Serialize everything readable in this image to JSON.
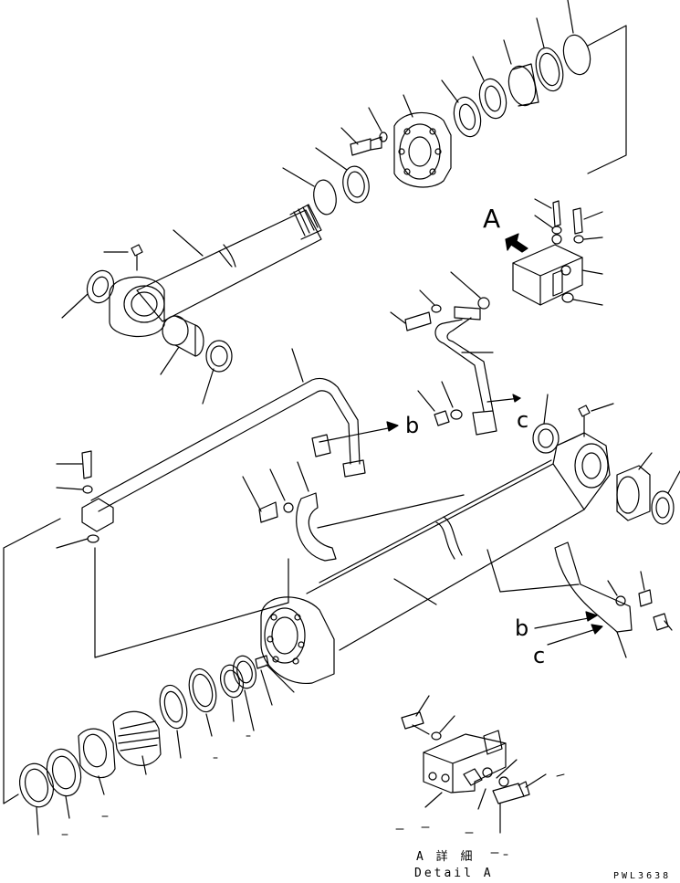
{
  "labels": {
    "detail_mark": "A",
    "ref_b_upper": "b",
    "ref_c_upper": "c",
    "ref_b_lower": "b",
    "ref_c_lower": "c",
    "detail_jp": "A 詳 細",
    "detail_en": "Detail A",
    "drawing_code": "PWL3638"
  }
}
